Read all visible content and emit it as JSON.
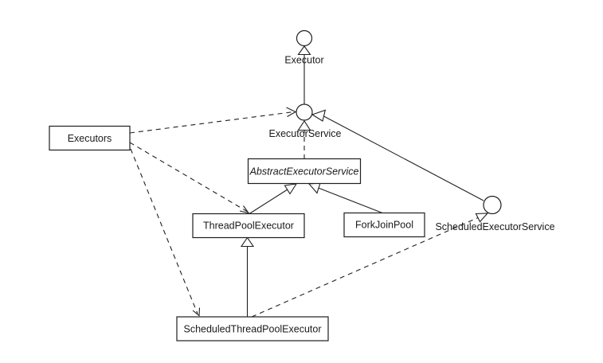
{
  "diagram": {
    "background": "#ffffff",
    "stroke_color": "#1f1f1f",
    "nodes": {
      "executor": "Executor",
      "executorService": "ExecutorService",
      "abstractExecutorService": "AbstractExecutorService",
      "threadPoolExecutor": "ThreadPoolExecutor",
      "forkJoinPool": "ForkJoinPool",
      "scheduledExecutorService": "ScheduledExecutorService",
      "scheduledThreadPoolExecutor": "ScheduledThreadPoolExecutor",
      "executors": "Executors"
    },
    "edges": [
      {
        "from": "ExecutorService",
        "to": "Executor",
        "type": "inheritance-solid-hollow-triangle"
      },
      {
        "from": "ScheduledExecutorService",
        "to": "ExecutorService",
        "type": "inheritance-solid-hollow-triangle"
      },
      {
        "from": "AbstractExecutorService",
        "to": "ExecutorService",
        "type": "realization-dashed-hollow-triangle"
      },
      {
        "from": "ThreadPoolExecutor",
        "to": "AbstractExecutorService",
        "type": "inheritance-solid-hollow-triangle"
      },
      {
        "from": "ForkJoinPool",
        "to": "AbstractExecutorService",
        "type": "inheritance-solid-hollow-triangle"
      },
      {
        "from": "ScheduledThreadPoolExecutor",
        "to": "ThreadPoolExecutor",
        "type": "inheritance-solid-hollow-triangle"
      },
      {
        "from": "ScheduledThreadPoolExecutor",
        "to": "ScheduledExecutorService",
        "type": "realization-dashed-hollow-triangle"
      },
      {
        "from": "Executors",
        "to": "ExecutorService",
        "type": "dependency-dashed-open-arrow"
      },
      {
        "from": "Executors",
        "to": "ThreadPoolExecutor",
        "type": "dependency-dashed-open-arrow"
      },
      {
        "from": "Executors",
        "to": "ScheduledThreadPoolExecutor",
        "type": "dependency-dashed-open-arrow"
      }
    ]
  }
}
